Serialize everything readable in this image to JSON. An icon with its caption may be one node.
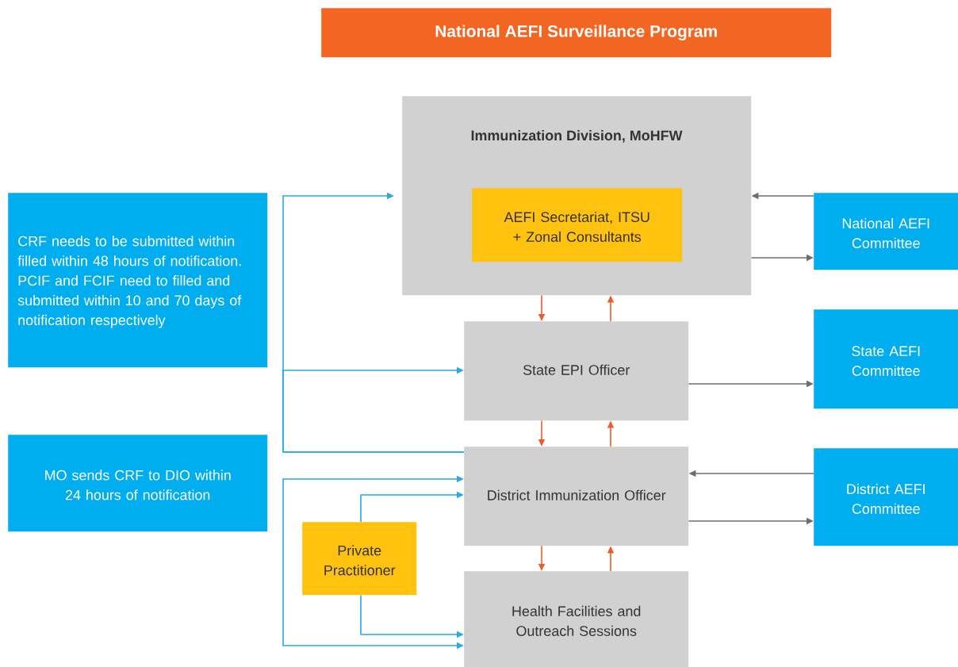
{
  "diagram": {
    "title": "National AEFI Surveillance Program",
    "nodes": [
      {
        "text": [
          "Immunization Division, MoHFW"
        ]
      },
      {
        "text": [
          "AEFI Secretariat, ITSU + Zonal Consultants"
        ],
        "in": 0
      },
      {
        "text": [
          "National AEFI Committee"
        ]
      },
      {
        "text": [
          "CRF needs to be submitted within filled within 48 hours of notification. PCIF and FCIF need to filled and submitted within 10 and 70 days of notification respectively"
        ]
      },
      {
        "text": [
          "State EPI Officer"
        ]
      },
      {
        "text": [
          "State AEFI Committee"
        ]
      },
      {
        "text": [
          "MO sends CRF to DIO within 24 hours of notification"
        ]
      },
      {
        "text": [
          "District Immunization Officer"
        ]
      },
      {
        "text": [
          "District AEFI Committee"
        ]
      },
      {
        "text": [
          "Private Practitioner"
        ]
      },
      {
        "text": [
          "Health Facilities and Outreach Sessions"
        ]
      }
    ],
    "edges": [
      {
        "from": 2,
        "to": 0,
        "arrow": "to",
        "color": "#6d6e71"
      },
      {
        "from": 0,
        "to": 2,
        "arrow": "to",
        "color": "#6d6e71"
      },
      {
        "from": 0,
        "to": 4,
        "arrow": "to",
        "color": "#f15a29"
      },
      {
        "from": 4,
        "to": 0,
        "arrow": "to",
        "color": "#f15a29"
      },
      {
        "from": 4,
        "to": 5,
        "arrow": "to",
        "color": "#6d6e71"
      },
      {
        "from": 7,
        "to": 0,
        "arrow": "to",
        "color": "#29abe2"
      },
      {
        "from": 7,
        "to": 4,
        "arrow": "to",
        "color": "#29abe2"
      },
      {
        "from": 4,
        "to": 7,
        "arrow": "to",
        "color": "#f15a29"
      },
      {
        "from": 7,
        "to": 4,
        "arrow": "to",
        "color": "#f15a29"
      },
      {
        "from": 8,
        "to": 7,
        "arrow": "to",
        "color": "#6d6e71"
      },
      {
        "from": 7,
        "to": 8,
        "arrow": "to",
        "color": "#6d6e71"
      },
      {
        "from": 9,
        "to": 7,
        "arrow": "to",
        "color": "#29abe2"
      },
      {
        "from": 9,
        "to": 10,
        "arrow": "to",
        "color": "#29abe2"
      },
      {
        "from": 7,
        "to": 10,
        "arrow": "both",
        "color": "#29abe2"
      },
      {
        "from": 7,
        "to": 10,
        "arrow": "to",
        "color": "#f15a29"
      },
      {
        "from": 10,
        "to": 7,
        "arrow": "to",
        "color": "#f15a29"
      }
    ]
  }
}
